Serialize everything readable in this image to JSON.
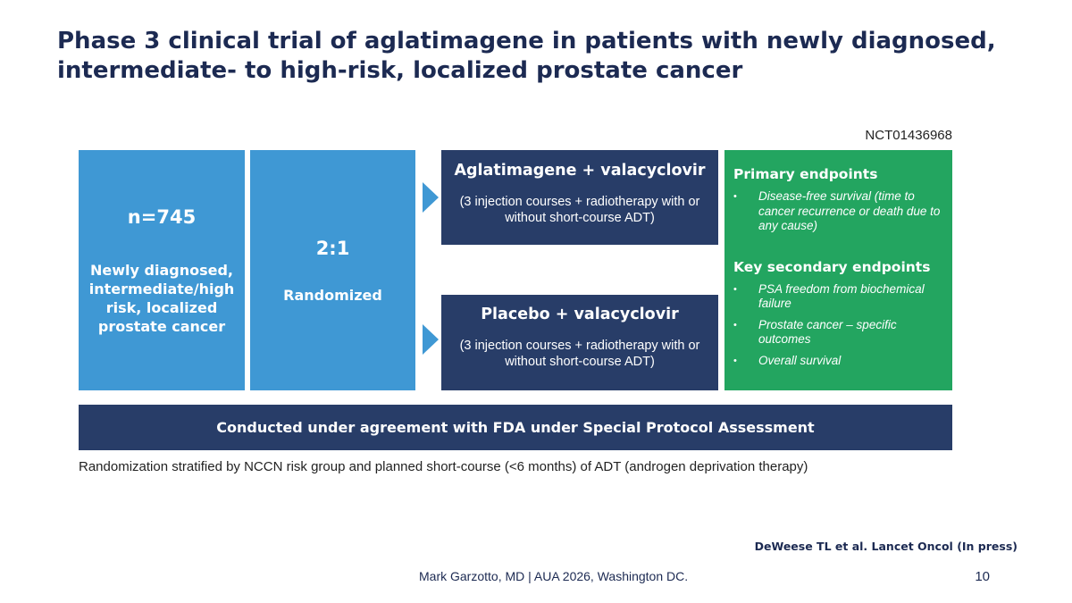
{
  "title": "Phase 3 clinical trial of aglatimagene in patients with newly diagnosed, intermediate- to high-risk, localized prostate cancer",
  "trial_id": "NCT01436968",
  "population": {
    "count": "n=745",
    "description": "Newly diagnosed, intermediate/high risk, localized prostate cancer"
  },
  "randomization": {
    "ratio": "2:1",
    "label": "Randomized"
  },
  "arms": [
    {
      "title": "Aglatimagene + valacyclovir",
      "description": "(3 injection courses + radiotherapy with or without short-course ADT)"
    },
    {
      "title": "Placebo + valacyclovir",
      "description": "(3 injection courses + radiotherapy with or without short-course ADT)"
    }
  ],
  "endpoints": {
    "primary_heading": "Primary endpoints",
    "primary": [
      "Disease-free survival (time to cancer recurrence or death due to any cause)"
    ],
    "secondary_heading": "Key secondary endpoints",
    "secondary": [
      "PSA freedom from biochemical failure",
      "Prostate cancer – specific outcomes",
      "Overall survival"
    ]
  },
  "banner": "Conducted under agreement with FDA under Special Protocol Assessment",
  "note": "Randomization stratified by NCCN risk group and planned short-course (<6 months) of ADT (androgen deprivation therapy)",
  "reference": "DeWeese TL et al. Lancet Oncol (In press)",
  "footer": "Mark Garzotto, MD |  AUA 2026, Washington DC.",
  "page_number": "10",
  "colors": {
    "title": "#1c2a52",
    "light_blue": "#3f98d4",
    "navy": "#283d68",
    "green": "#23a560"
  }
}
